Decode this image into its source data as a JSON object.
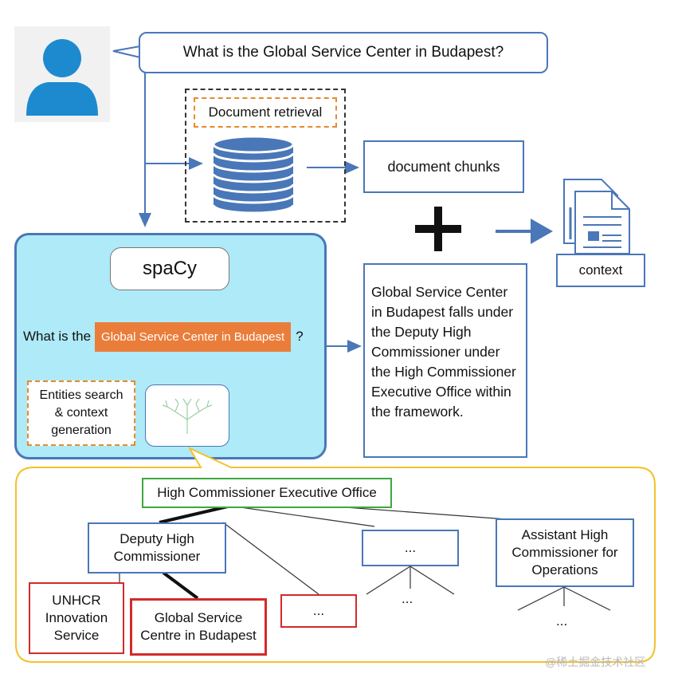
{
  "question": "What is the Global Service Center in Budapest?",
  "retrieval": {
    "label": "Document retrieval",
    "output": "document chunks"
  },
  "operator": "+",
  "context_label": "context",
  "nlp": {
    "tool": "spaCy",
    "sentence_prefix": "What is the",
    "entity": "Global Service Center in Budapest",
    "sentence_suffix": "?",
    "step_label": "Entities search & context generation"
  },
  "answer": "Global Service Center in Budapest falls under the Deputy High Commissioner under the High Commissioner Executive Office within the framework.",
  "tree": {
    "root": "High Commissioner Executive Office",
    "level1": [
      "Deputy High Commissioner",
      "...",
      "Assistant High Commissioner for Operations"
    ],
    "level2": [
      "UNHCR Innovation Service",
      "Global Service Centre in Budapest",
      "..."
    ],
    "ellipsis": "..."
  },
  "watermark": "@稀土掘金技术社区",
  "colors": {
    "blue_border": "#4a77b8",
    "panel_fill": "#aeeaf7",
    "entity_highlight": "#ea7d3a",
    "tree_frame": "#f2c230",
    "root_border": "#3aa93f",
    "highlight_border": "#d42a2a"
  }
}
